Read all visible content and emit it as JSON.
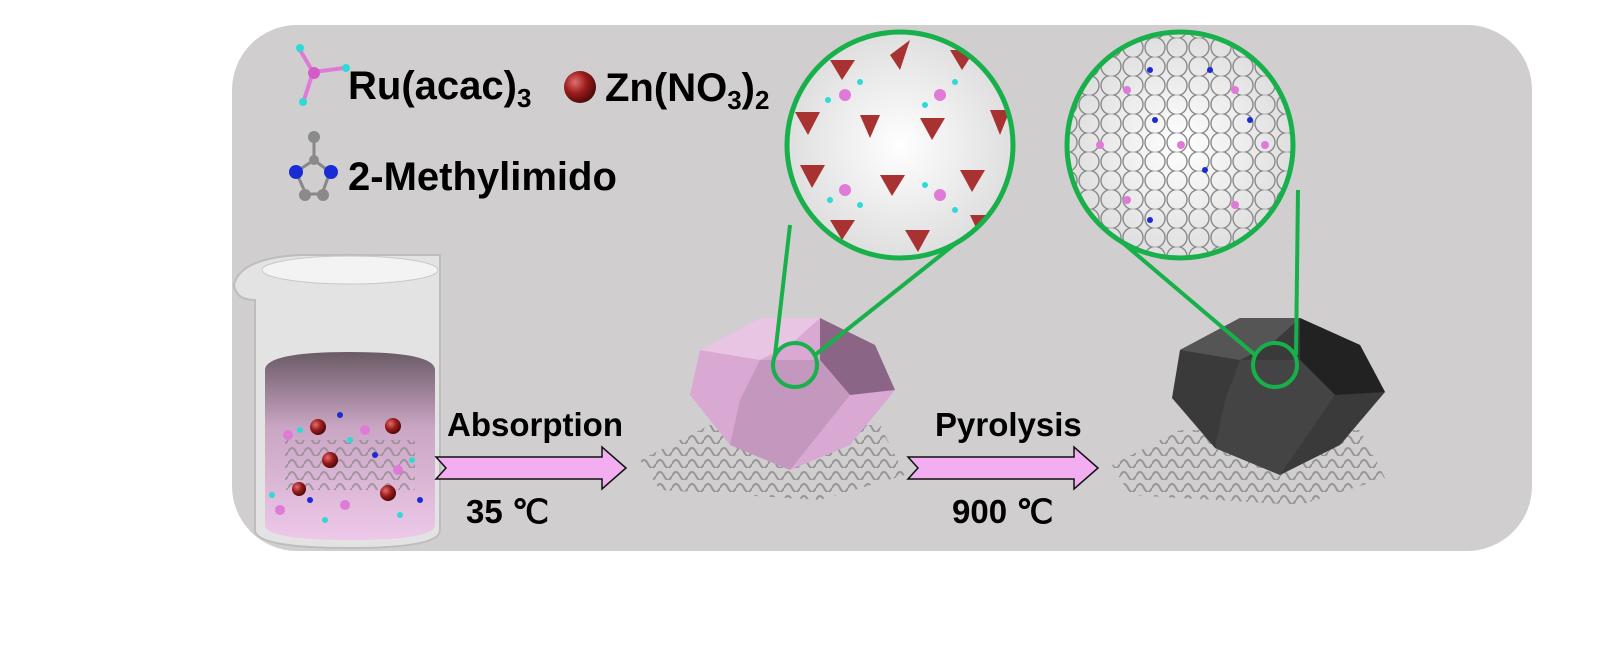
{
  "legend": {
    "ru_main": "Ru(acac)",
    "ru_sub": "3",
    "zn_main": "Zn(NO",
    "zn_sub1": "3",
    "zn_close": ")",
    "zn_sub2": "2",
    "imid": "2-Methylimido"
  },
  "steps": [
    {
      "label": "Absorption",
      "condition": "35 ℃"
    },
    {
      "label": "Pyrolysis",
      "condition": "900 ℃"
    }
  ],
  "colors": {
    "panel": "#d0cecf",
    "arrow_fill": "#f2aef0",
    "zoom_ring": "#18b04a",
    "mof_crystal": "#d9a8d3",
    "carbon_crystal": "#3a3a3a",
    "zn_ball": "#9b1c1c",
    "ru_pink": "#e07ad8",
    "ligand_cyan": "#2fd9d6",
    "nitrogen_blue": "#1a2bd6"
  }
}
